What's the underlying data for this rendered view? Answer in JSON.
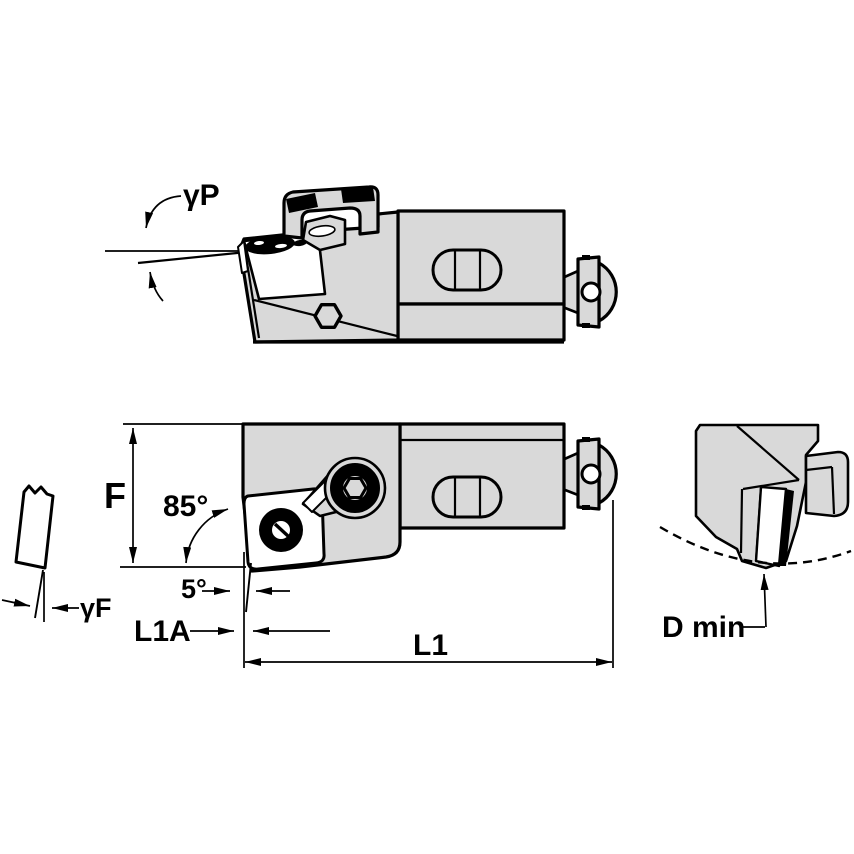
{
  "drawing": {
    "labels": {
      "gamma_p": "γP",
      "f": "F",
      "angle_85": "85°",
      "angle_5": "5°",
      "l1a": "L1A",
      "l1": "L1",
      "gamma_f": "γF",
      "d_min": "D min"
    },
    "colors": {
      "background": "#ffffff",
      "outline": "#000000",
      "body_fill": "#d9d9d9",
      "insert_fill": "#ffffff"
    }
  }
}
